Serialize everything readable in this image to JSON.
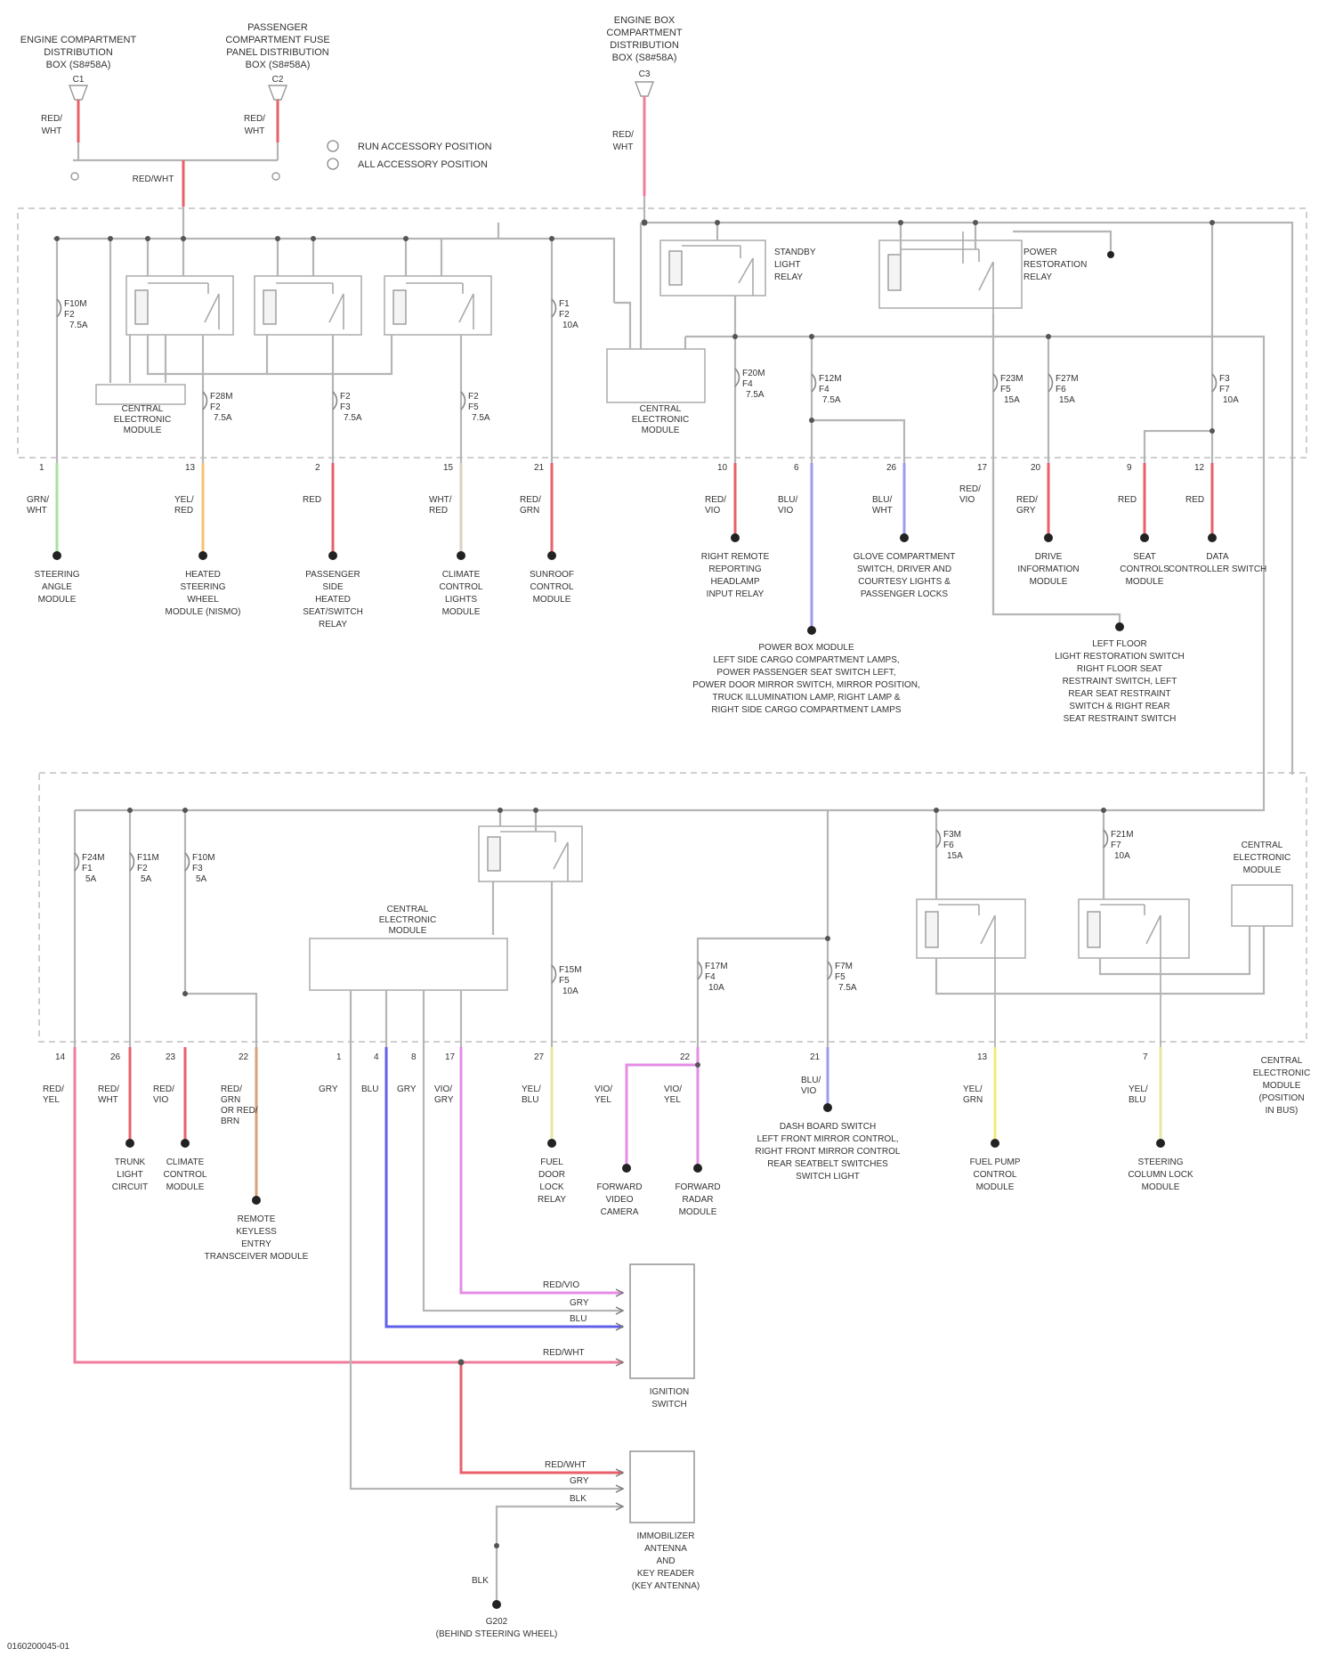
{
  "colors": {
    "frame": "#bfbfbf",
    "wire_gray": "#b5b5b5",
    "red": "#e8606a",
    "pink": "#f07c9c",
    "violet": "#e58ce6",
    "blue": "#6060e8",
    "light_blue": "#9a9cf0",
    "green": "#a6e2a0",
    "orange": "#f6c272",
    "yellow": "#eeee70",
    "pale_yellow": "#e6e6a6",
    "brown_orange": "#d9a27a",
    "text": "#333333"
  },
  "top_sources": [
    {
      "lines": [
        "ENGINE COMPARTMENT",
        "DISTRIBUTION",
        "BOX (S8#58A)"
      ],
      "conn": "C1"
    },
    {
      "lines": [
        "PASSENGER",
        "COMPARTMENT FUSE",
        "PANEL DISTRIBUTION",
        "BOX (S8#58A)"
      ],
      "conn": "C2"
    },
    {
      "lines": [
        "ENGINE BOX",
        "COMPARTMENT",
        "DISTRIBUTION",
        "BOX (S8#58A)"
      ],
      "conn": "C3"
    }
  ],
  "top_wires": [
    {
      "lines": [
        "RED/",
        "WHT"
      ]
    },
    {
      "lines": [
        "RED/",
        "WHT"
      ]
    },
    {
      "lines": [
        "RED/",
        "WHT"
      ]
    }
  ],
  "splice_label": "RED/WHT",
  "legend": [
    "RUN ACCESSORY POSITION",
    "ALL ACCESSORY POSITION"
  ],
  "upper_relays": [
    {
      "lines": [
        "STANDBY",
        "LIGHT",
        "RELAY"
      ]
    },
    {
      "lines": [
        "POWER",
        "RESTORATION",
        "RELAY"
      ]
    }
  ],
  "modules": [
    {
      "lines": [
        "CENTRAL",
        "ELECTRONIC",
        "MODULE"
      ]
    },
    {
      "lines": [
        "CENTRAL",
        "ELECTRONIC",
        "MODULE"
      ]
    },
    {
      "lines": [
        "CENTRAL",
        "ELECTRONIC",
        "MODULE"
      ]
    },
    {
      "lines": [
        "CENTRAL",
        "ELECTRONIC",
        "MODULE"
      ]
    }
  ],
  "upper_fuses": [
    {
      "lines": [
        "F10M",
        "F2",
        "7.5A"
      ]
    },
    {
      "lines": [
        "F28M",
        "F2",
        "7.5A"
      ]
    },
    {
      "lines": [
        "F2",
        "F3",
        "7.5A"
      ]
    },
    {
      "lines": [
        "F2",
        "F5",
        "7.5A"
      ]
    },
    {
      "lines": [
        "F1",
        "F2",
        "10A"
      ]
    },
    {
      "lines": [
        "F20M",
        "F4",
        "7.5A"
      ]
    },
    {
      "lines": [
        "F12M",
        "F4",
        "7.5A"
      ]
    },
    {
      "lines": [
        "F23M",
        "F5",
        "15A"
      ]
    },
    {
      "lines": [
        "F27M",
        "F6",
        "15A"
      ]
    },
    {
      "lines": [
        "F3",
        "F7",
        "10A"
      ]
    }
  ],
  "upper_connectors": [
    "1",
    "13",
    "2",
    "15",
    "21",
    "10",
    "6",
    "26",
    "17",
    "20",
    "9",
    "12"
  ],
  "upper_wires": [
    {
      "lines": [
        "GRN/",
        "WHT"
      ]
    },
    {
      "lines": [
        "YEL/",
        "RED"
      ]
    },
    {
      "lines": [
        "RED"
      ]
    },
    {
      "lines": [
        "WHT/",
        "RED"
      ]
    },
    {
      "lines": [
        "RED/",
        "GRN"
      ]
    },
    {
      "lines": [
        "RED/",
        "VIO"
      ]
    },
    {
      "lines": [
        "BLU/",
        "VIO"
      ]
    },
    {
      "lines": [
        "BLU/",
        "WHT"
      ]
    },
    {
      "lines": [
        "RED/",
        "VIO"
      ]
    },
    {
      "lines": [
        "RED/",
        "GRY"
      ]
    },
    {
      "lines": [
        "RED"
      ]
    },
    {
      "lines": [
        "RED"
      ]
    }
  ],
  "upper_loads": [
    {
      "lines": [
        "STEERING",
        "ANGLE",
        "MODULE"
      ]
    },
    {
      "lines": [
        "HEATED",
        "STEERING",
        "WHEEL",
        "MODULE (NISMO)"
      ]
    },
    {
      "lines": [
        "PASSENGER",
        "SIDE",
        "HEATED",
        "SEAT/SWITCH",
        "RELAY"
      ]
    },
    {
      "lines": [
        "CLIMATE",
        "CONTROL",
        "LIGHTS",
        "MODULE"
      ]
    },
    {
      "lines": [
        "SUNROOF",
        "CONTROL",
        "MODULE"
      ]
    },
    {
      "lines": [
        "RIGHT REMOTE",
        "REPORTING",
        "HEADLAMP",
        "INPUT RELAY"
      ]
    },
    {
      "lines": [
        "GLOVE COMPARTMENT",
        "SWITCH, DRIVER AND",
        "COURTESY LIGHTS &",
        "PASSENGER LOCKS"
      ]
    },
    {
      "lines": [
        "DRIVE",
        "INFORMATION",
        "MODULE"
      ]
    },
    {
      "lines": [
        "SEAT",
        "CONTROLS",
        "MODULE"
      ]
    },
    {
      "lines": [
        "DATA",
        "CONTROLLER SWITCH"
      ]
    }
  ],
  "upper_notes": [
    {
      "lines": [
        "POWER BOX MODULE",
        "LEFT SIDE CARGO COMPARTMENT LAMPS,",
        "POWER PASSENGER SEAT SWITCH LEFT,",
        "POWER DOOR MIRROR SWITCH, MIRROR POSITION,",
        "TRUCK ILLUMINATION LAMP, RIGHT LAMP &",
        "RIGHT SIDE CARGO COMPARTMENT LAMPS"
      ]
    },
    {
      "lines": [
        "LEFT FLOOR",
        "LIGHT RESTORATION SWITCH",
        "RIGHT FLOOR SEAT",
        "RESTRAINT SWITCH, LEFT",
        "REAR SEAT RESTRAINT",
        "SWITCH & RIGHT REAR",
        "SEAT RESTRAINT SWITCH"
      ]
    }
  ],
  "lower_fuses": [
    {
      "lines": [
        "F24M",
        "F1",
        "5A"
      ]
    },
    {
      "lines": [
        "F11M",
        "F2",
        "5A"
      ]
    },
    {
      "lines": [
        "F10M",
        "F3",
        "5A"
      ]
    },
    {
      "lines": [
        "F15M",
        "F5",
        "10A"
      ]
    },
    {
      "lines": [
        "F17M",
        "F4",
        "10A"
      ]
    },
    {
      "lines": [
        "F7M",
        "F5",
        "7.5A"
      ]
    },
    {
      "lines": [
        "F3M",
        "F6",
        "15A"
      ]
    },
    {
      "lines": [
        "F21M",
        "F7",
        "10A"
      ]
    }
  ],
  "lower_connectors": [
    "14",
    "26",
    "23",
    "22",
    "1",
    "4",
    "8",
    "17",
    "27",
    "22",
    "21",
    "13",
    "7"
  ],
  "lower_wires": [
    {
      "lines": [
        "RED/",
        "YEL"
      ]
    },
    {
      "lines": [
        "RED/",
        "WHT"
      ]
    },
    {
      "lines": [
        "RED/",
        "VIO"
      ]
    },
    {
      "lines": [
        "RED/",
        "GRN",
        "OR RED/",
        "BRN"
      ]
    },
    {
      "lines": [
        "GRY"
      ]
    },
    {
      "lines": [
        "BLU"
      ]
    },
    {
      "lines": [
        "GRY"
      ]
    },
    {
      "lines": [
        "VIO/",
        "GRY"
      ]
    },
    {
      "lines": [
        "YEL/",
        "BLU"
      ]
    },
    {
      "lines": [
        "VIO/",
        "YEL"
      ]
    },
    {
      "lines": [
        "VIO/",
        "YEL"
      ]
    },
    {
      "lines": [
        "BLU/",
        "VIO"
      ]
    },
    {
      "lines": [
        "YEL/",
        "GRN"
      ]
    },
    {
      "lines": [
        "YEL/",
        "BLU"
      ]
    }
  ],
  "lower_loads": [
    {
      "lines": [
        "TRUNK",
        "LIGHT",
        "CIRCUIT"
      ]
    },
    {
      "lines": [
        "CLIMATE",
        "CONTROL",
        "MODULE"
      ]
    },
    {
      "lines": [
        "REMOTE",
        "KEYLESS",
        "ENTRY",
        "TRANSCEIVER MODULE"
      ]
    },
    {
      "lines": [
        "FUEL",
        "DOOR",
        "LOCK",
        "RELAY"
      ]
    },
    {
      "lines": [
        "FORWARD",
        "VIDEO",
        "CAMERA"
      ]
    },
    {
      "lines": [
        "FORWARD",
        "RADAR",
        "MODULE"
      ]
    },
    {
      "lines": [
        "DASH BOARD SWITCH",
        "LEFT FRONT MIRROR CONTROL,",
        "RIGHT FRONT MIRROR CONTROL",
        "REAR SEATBELT SWITCHES",
        "SWITCH LIGHT"
      ]
    },
    {
      "lines": [
        "FUEL PUMP",
        "CONTROL",
        "MODULE"
      ]
    },
    {
      "lines": [
        "STEERING",
        "COLUMN LOCK",
        "MODULE"
      ]
    }
  ],
  "frame_note": {
    "lines": [
      "CENTRAL",
      "ELECTRONIC",
      "MODULE",
      "(POSITION",
      "IN BUS)"
    ]
  },
  "ignition_wires": [
    {
      "label": "RED/VIO"
    },
    {
      "label": "GRY"
    },
    {
      "label": "BLU"
    },
    {
      "label": "RED/WHT"
    }
  ],
  "ignition_switch": {
    "lines": [
      "IGNITION",
      "SWITCH"
    ]
  },
  "immobilizer_wires": [
    {
      "label": "RED/WHT"
    },
    {
      "label": "GRY"
    },
    {
      "label": "BLK"
    }
  ],
  "immobilizer": {
    "lines": [
      "IMMOBILIZER",
      "ANTENNA",
      "AND",
      "KEY READER",
      "(KEY ANTENNA)"
    ]
  },
  "ground_wire": {
    "lines": [
      "BLK"
    ]
  },
  "ground": {
    "lines": [
      "G202",
      "(BEHIND STEERING WHEEL)"
    ]
  },
  "footer_id": "0160200045-01"
}
